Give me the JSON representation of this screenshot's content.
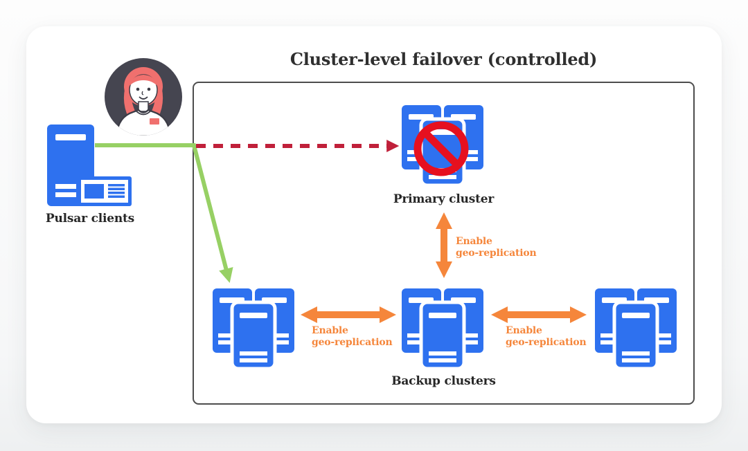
{
  "title": "Cluster-level failover (controlled)",
  "clients": {
    "label": "Pulsar clients"
  },
  "primary_cluster": {
    "label": "Primary cluster",
    "status": "blocked"
  },
  "backup_clusters": {
    "label": "Backup clusters"
  },
  "replication": {
    "line1": "Enable",
    "line2": "geo-replication"
  },
  "arrows": {
    "client_to_primary": "blocked-dashed-red",
    "client_to_backup": "active-green",
    "geo_replication_links": 3
  },
  "icons": {
    "avatar": "support-person-icon",
    "clients": "server-tower-and-monitor-icon",
    "cluster": "three-server-cluster-icon",
    "blocked": "prohibition-icon"
  },
  "colors": {
    "blue": "#2e71ef",
    "green": "#97d064",
    "red_dashed": "#c0203a",
    "prohibition": "#e6101f",
    "orange": "#f5863b",
    "box_border": "#4d4d4d",
    "avatar_bg": "#454550",
    "hair": "#f0706e",
    "text": "#2f2f2f"
  }
}
